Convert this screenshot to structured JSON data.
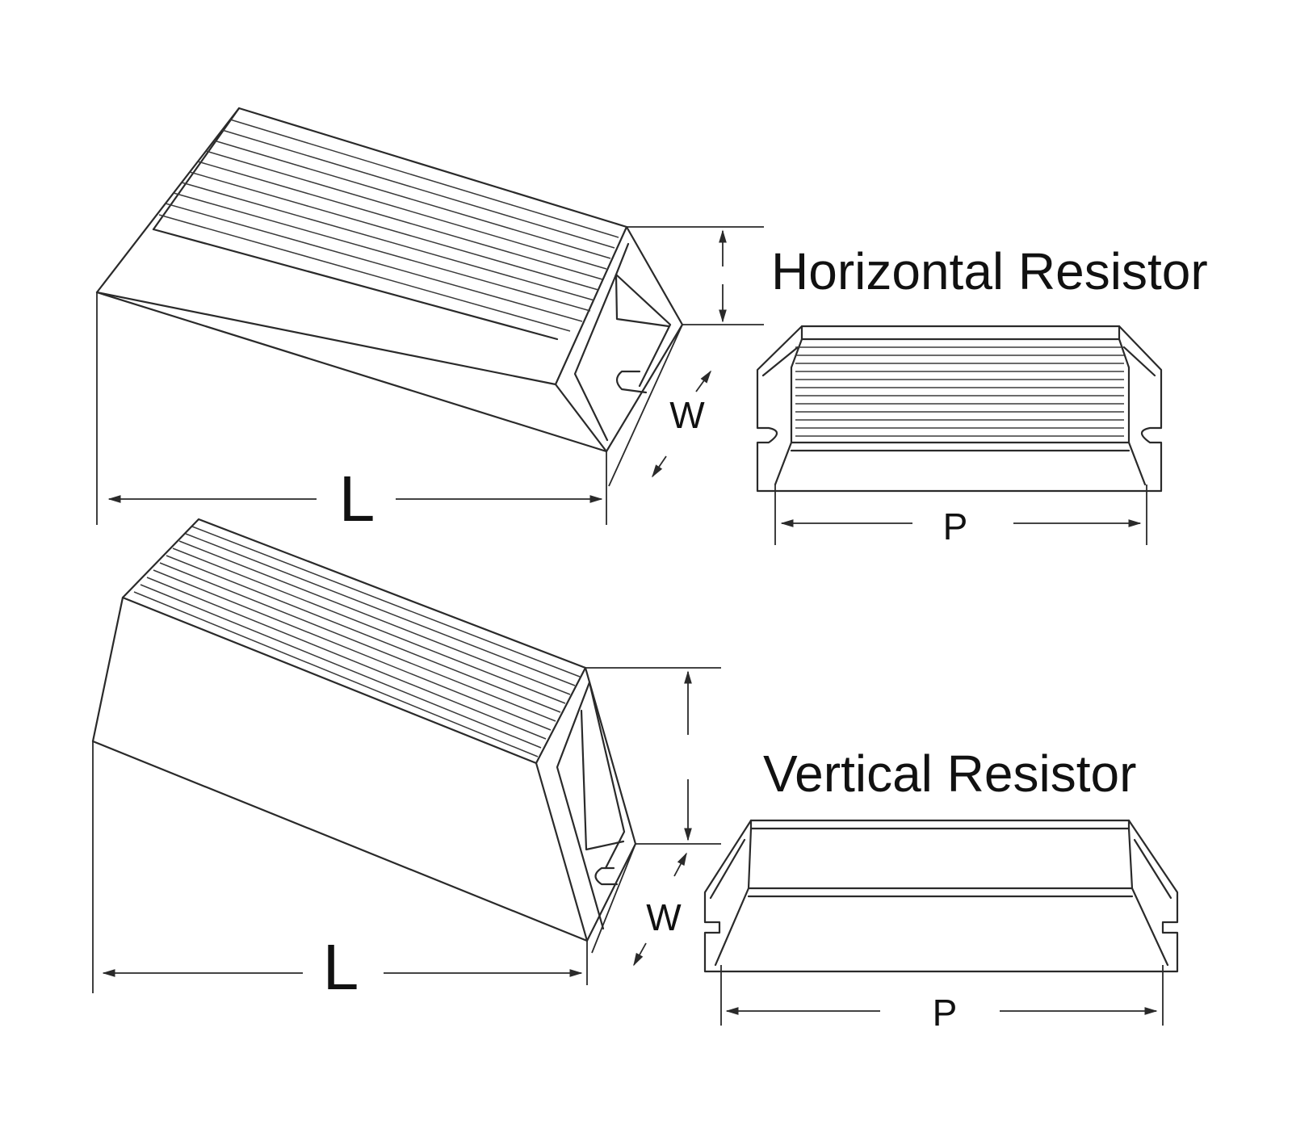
{
  "horizontal": {
    "title": "Horizontal Resistor",
    "length_label": "L",
    "width_label": "W",
    "pitch_label": "P"
  },
  "vertical": {
    "title": "Vertical Resistor",
    "length_label": "L",
    "width_label": "W",
    "pitch_label": "P"
  },
  "colors": {
    "line": "#2a2a2a",
    "background": "#ffffff"
  }
}
